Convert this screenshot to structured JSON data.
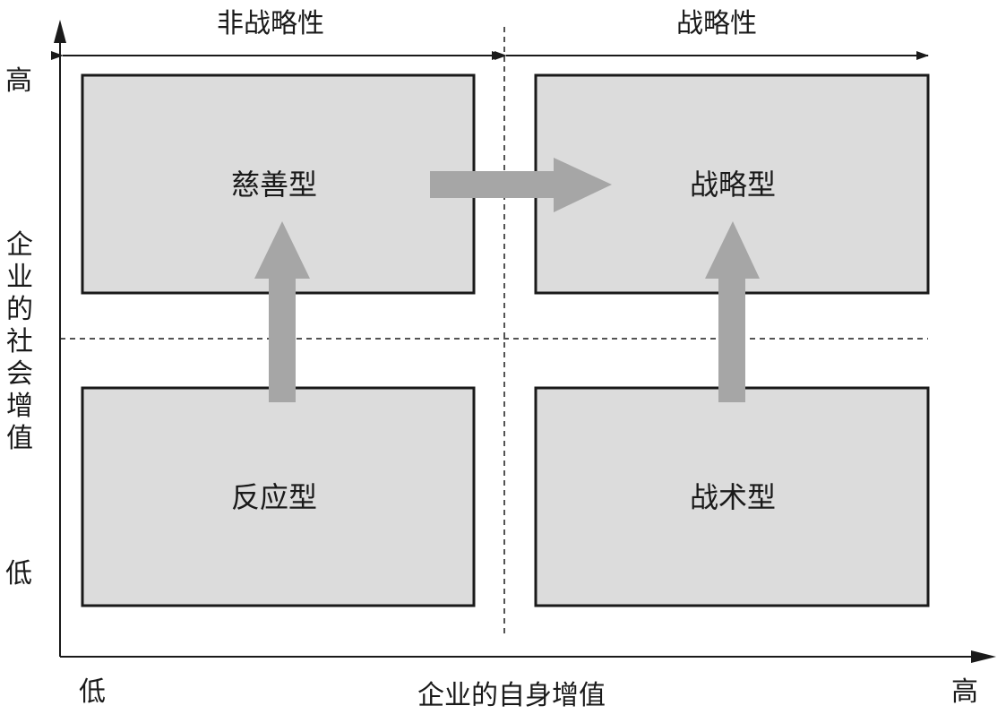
{
  "header": {
    "left_section": "非战略性",
    "right_section": "战略性"
  },
  "axes": {
    "y_title": "企业的社会增值",
    "y_high": "高",
    "y_low": "低",
    "x_title": "企业的自身增值",
    "x_low": "低",
    "x_high": "高"
  },
  "quadrants": {
    "top_left": "慈善型",
    "top_right": "战略型",
    "bottom_left": "反应型",
    "bottom_right": "战术型"
  },
  "colors": {
    "box_fill": "#dcdcdc",
    "box_stroke": "#1a1a1a",
    "arrow_fill": "#a6a6a6",
    "line": "#1a1a1a"
  }
}
